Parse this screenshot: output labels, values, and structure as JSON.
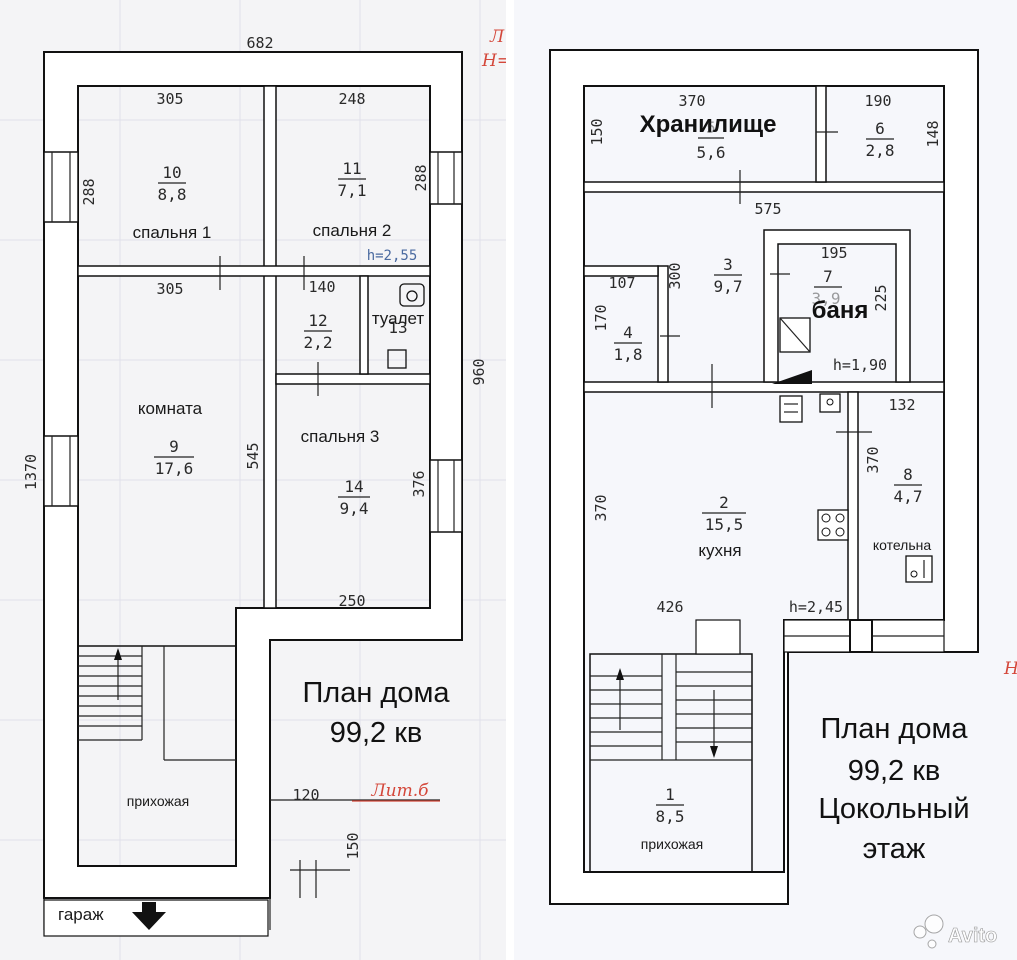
{
  "left_plan": {
    "dims": {
      "top": "682",
      "top_left": "305",
      "top_right": "248",
      "mid_left": "305",
      "mid_140": "140",
      "left_288": "288",
      "right_288": "288",
      "left_1370": "1370",
      "right_960": "960",
      "mid_545": "545",
      "right_376": "376",
      "bottom_250": "250",
      "garage_120": "120",
      "garage_150": "150",
      "height_255": "h=2,55"
    },
    "rooms": [
      {
        "num": "10",
        "area": "8,8",
        "name": "спальня 1"
      },
      {
        "num": "11",
        "area": "7,1",
        "name": "спальня 2"
      },
      {
        "num": "12",
        "area": "2,2",
        "name": ""
      },
      {
        "num": "13",
        "area": "",
        "name": "туалет"
      },
      {
        "num": "9",
        "area": "17,6",
        "name": "комната"
      },
      {
        "num": "14",
        "area": "9,4",
        "name": "спальня 3"
      }
    ],
    "hallway": "прихожая",
    "garage": "гараж",
    "title_line1": "План дома",
    "title_line2": "99,2 кв",
    "lit": "Лит.б",
    "corner_red_1": "Л",
    "corner_red_2": "Н="
  },
  "right_plan": {
    "dims": {
      "top_370": "370",
      "top_190": "190",
      "left_150": "150",
      "right_148": "148",
      "mid_575": "575",
      "d_195": "195",
      "d_107": "107",
      "d_300": "300",
      "d_225": "225",
      "d_170": "170",
      "height_190": "h=1,90",
      "d_132": "132",
      "d_370a": "370",
      "d_370b": "370",
      "d_426": "426",
      "height_245": "h=2,45"
    },
    "rooms": [
      {
        "num": "5",
        "area": "5,6",
        "name": "Хранилище"
      },
      {
        "num": "6",
        "area": "2,8",
        "name": ""
      },
      {
        "num": "3",
        "area": "9,7",
        "name": ""
      },
      {
        "num": "7",
        "area": "3,9",
        "name": "баня"
      },
      {
        "num": "4",
        "area": "1,8",
        "name": ""
      },
      {
        "num": "2",
        "area": "15,5",
        "name": "кухня"
      },
      {
        "num": "8",
        "area": "4,7",
        "name": "котельна"
      },
      {
        "num": "1",
        "area": "8,5",
        "name": "прихожая"
      }
    ],
    "title_line1": "План дома",
    "title_line2": "99,2 кв",
    "title_line3": "Цокольный",
    "title_line4": "этаж",
    "corner_red": "Н"
  },
  "watermark": "Avito",
  "colors": {
    "wall": "#111111",
    "red_annotation": "#d4473a",
    "blue_annotation": "#4a6aa0"
  }
}
